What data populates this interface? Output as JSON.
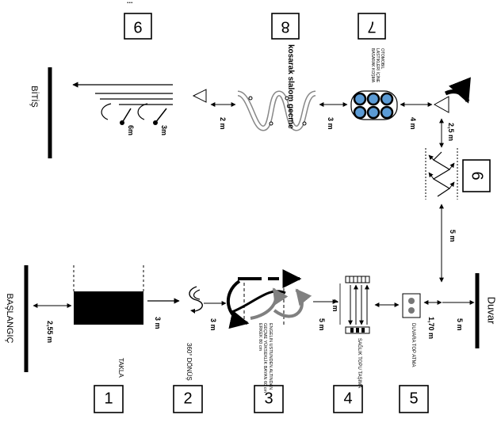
{
  "stations": [
    {
      "number": "1",
      "label": "TAKLA"
    },
    {
      "number": "2",
      "label": "360° DÖNÜŞ"
    },
    {
      "number": "3",
      "label": "ENGELİN ÜSTÜNDEN ALTINDAN GEÇME YÜKSEKLİK BAYAN 60 cm ERKEK 80 cm"
    },
    {
      "number": "4",
      "label": "SAĞLIK TOPU TAŞIMA"
    },
    {
      "number": "5",
      "label": "DUVARA TOP ATMA"
    },
    {
      "number": "6",
      "label": ""
    },
    {
      "number": "7",
      "label": "OTOMOBİL LASTİKLERİ İÇİNE BASARAK KOŞMA"
    },
    {
      "number": "8",
      "label": "kosarak slalom gecme"
    },
    {
      "number": "9",
      "label": ""
    }
  ],
  "labels": {
    "start": "BAŞLANGIÇ",
    "finish": "BİTİŞ",
    "wall": "Duvar",
    "header": "..."
  },
  "distances": {
    "start_to_mat": "2,55 m",
    "mat_to_spin": "3 m",
    "spin_to_hurdle": "3 m",
    "hurdle_to_ball": "5 m",
    "ball_carry": "4 m",
    "wall_throw": "1,70 m",
    "wall_gap": "5 m",
    "vertical_gap": "5 m",
    "zigzag_gap": "2,5 m",
    "tires_to_cone": "4 m",
    "slalom_to_tires": "3 m",
    "cone_to_slalom": "2 m",
    "finish_3m": "3m",
    "finish_6m": "6m"
  },
  "colors": {
    "ink": "#000000",
    "gray_arrow": "#808080",
    "tire_fill": "#5b9bd5"
  }
}
